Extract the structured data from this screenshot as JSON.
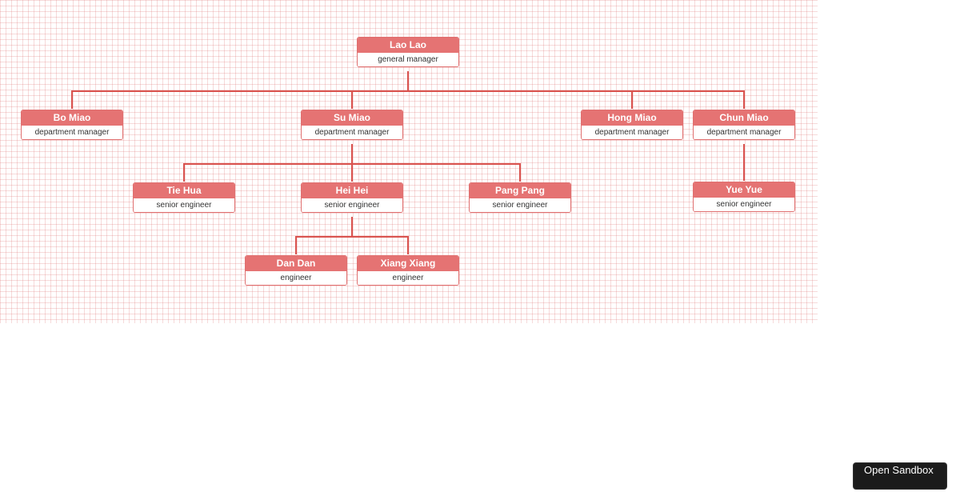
{
  "theme": {
    "node_color": "#e57373",
    "border_color": "#e07070",
    "edge_color": "#d9534f"
  },
  "nodes": {
    "lao_lao": {
      "name": "Lao Lao",
      "role": "general manager"
    },
    "bo_miao": {
      "name": "Bo Miao",
      "role": "department manager"
    },
    "su_miao": {
      "name": "Su Miao",
      "role": "department manager"
    },
    "hong_miao": {
      "name": "Hong Miao",
      "role": "department manager"
    },
    "chun_miao": {
      "name": "Chun Miao",
      "role": "department manager"
    },
    "tie_hua": {
      "name": "Tie Hua",
      "role": "senior engineer"
    },
    "hei_hei": {
      "name": "Hei Hei",
      "role": "senior engineer"
    },
    "pang_pang": {
      "name": "Pang Pang",
      "role": "senior engineer"
    },
    "yue_yue": {
      "name": "Yue Yue",
      "role": "senior engineer"
    },
    "dan_dan": {
      "name": "Dan Dan",
      "role": "engineer"
    },
    "xiang_xiang": {
      "name": "Xiang Xiang",
      "role": "engineer"
    }
  },
  "edges": [
    [
      "lao_lao",
      "bo_miao"
    ],
    [
      "lao_lao",
      "su_miao"
    ],
    [
      "lao_lao",
      "hong_miao"
    ],
    [
      "lao_lao",
      "chun_miao"
    ],
    [
      "su_miao",
      "tie_hua"
    ],
    [
      "su_miao",
      "hei_hei"
    ],
    [
      "su_miao",
      "pang_pang"
    ],
    [
      "chun_miao",
      "yue_yue"
    ],
    [
      "hei_hei",
      "dan_dan"
    ],
    [
      "hei_hei",
      "xiang_xiang"
    ]
  ],
  "sandbox_button": {
    "label": "Open Sandbox"
  }
}
